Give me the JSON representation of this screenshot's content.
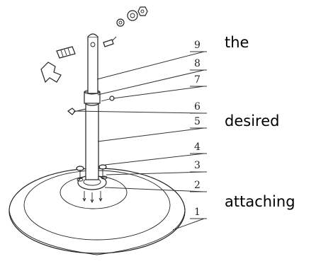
{
  "diagram": {
    "callouts": [
      {
        "number": "9"
      },
      {
        "number": "8"
      },
      {
        "number": "7"
      },
      {
        "number": "6"
      },
      {
        "number": "5"
      },
      {
        "number": "4"
      },
      {
        "number": "3"
      },
      {
        "number": "2"
      },
      {
        "number": "1"
      }
    ]
  },
  "side_text": {
    "word_1": "the",
    "word_2": "desired",
    "word_3": "attaching"
  }
}
